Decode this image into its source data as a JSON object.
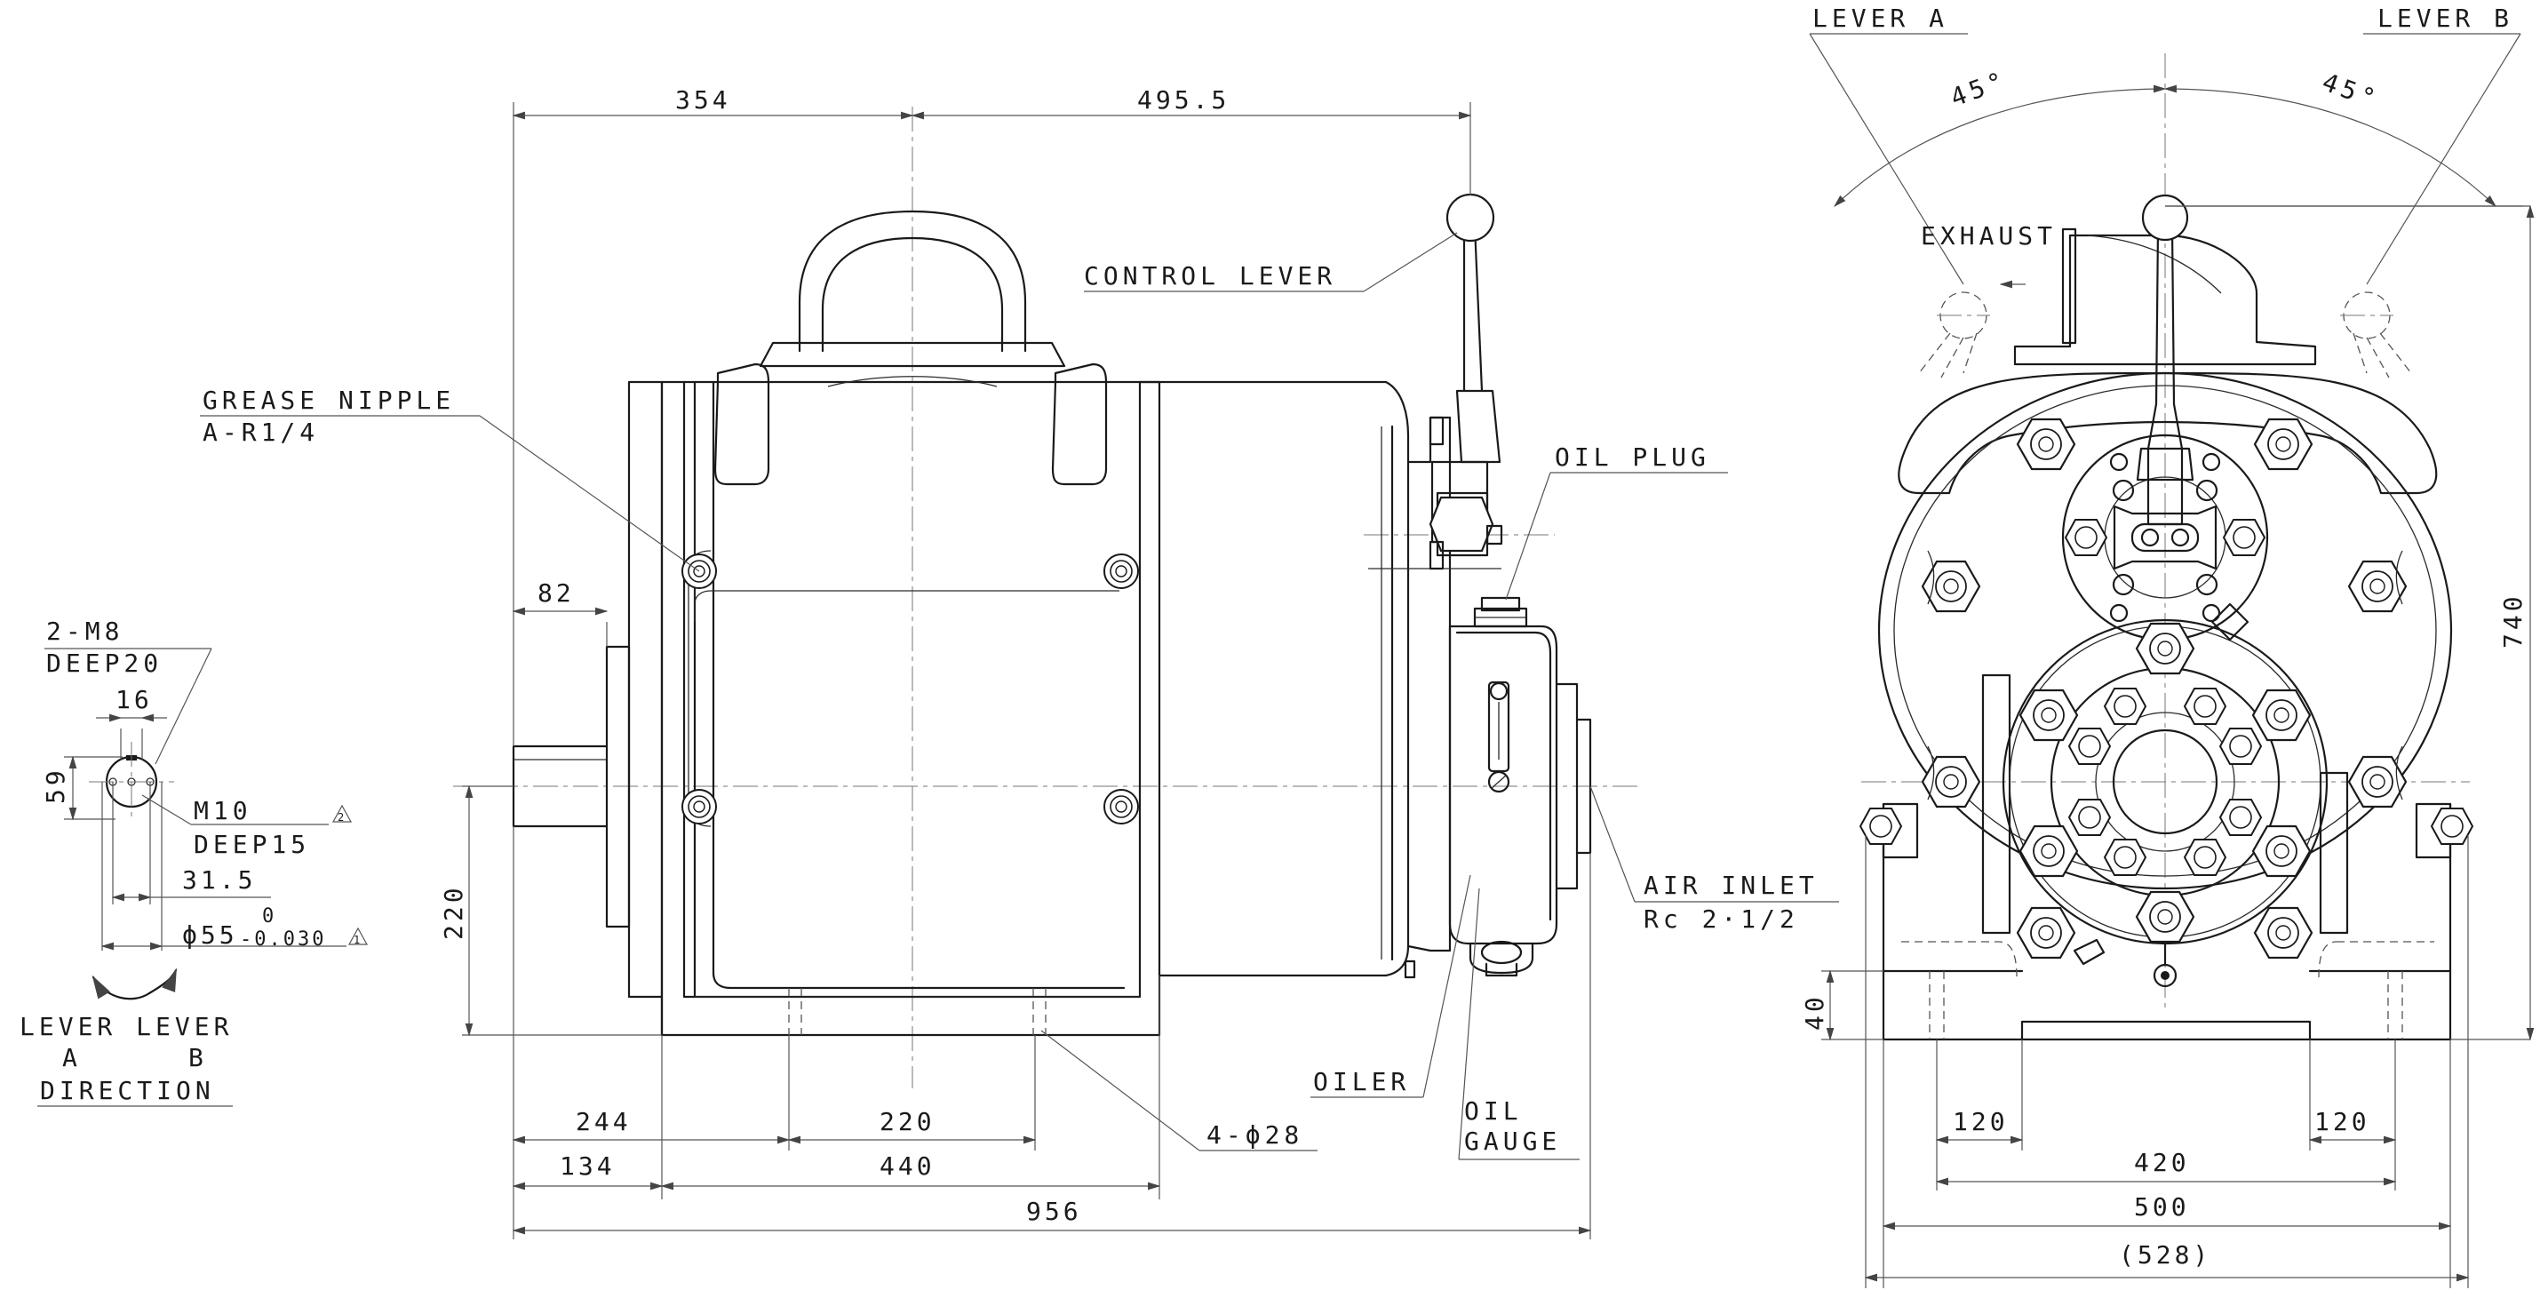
{
  "labels": {
    "lever_a": "LEVER A",
    "lever_b": "LEVER B",
    "angle_a": "45°",
    "angle_b": "45°",
    "exhaust": "EXHAUST",
    "control_lever": "CONTROL LEVER",
    "grease_nipple": "GREASE NIPPLE",
    "grease_nipple_spec": "A-R1/4",
    "oil_plug": "OIL PLUG",
    "air_inlet": "AIR INLET",
    "air_inlet_spec": "Rc 2·1/2",
    "oiler": "OILER",
    "oil_gauge_1": "OIL",
    "oil_gauge_2": "GAUGE",
    "tap_1": "2-M8",
    "tap_2": "DEEP20",
    "m10": "M10",
    "deep15": "DEEP15",
    "shaft_dia": "ϕ55",
    "tol_upper": "0",
    "tol_lower": "-0.030",
    "holes": "4-ϕ28",
    "lever_row": "LEVER LEVER",
    "a": "A",
    "b": "B",
    "direction": "DIRECTION",
    "tri_2": "2",
    "tri_1": "1"
  },
  "dimensions": {
    "d354": "354",
    "d495": "495.5",
    "d82": "82",
    "d220v": "220",
    "d244": "244",
    "d220h": "220",
    "d134": "134",
    "d440": "440",
    "d956": "956",
    "d16": "16",
    "d59": "59",
    "d31": "31.5",
    "d740": "740",
    "d40": "40",
    "d120a": "120",
    "d120b": "120",
    "d420": "420",
    "d500": "500",
    "d528": "(528)"
  }
}
